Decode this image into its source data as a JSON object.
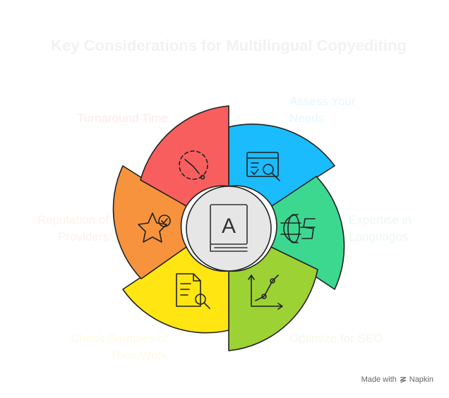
{
  "title": "Key Considerations for Multilingual Copyediting",
  "segments": [
    {
      "id": "assess",
      "lines": [
        "Assess Your",
        "Needs"
      ],
      "color": "#1ABCFE",
      "icon": "webpage-search-icon"
    },
    {
      "id": "expertise",
      "lines": [
        "Expertise in",
        "Languages"
      ],
      "color": "#3CD890",
      "icon": "globe-currency-icon"
    },
    {
      "id": "seo",
      "lines": [
        "Optimize for SEO"
      ],
      "color": "#9CD234",
      "icon": "growth-chart-icon"
    },
    {
      "id": "samples",
      "lines": [
        "Check Samples of",
        "Their Work"
      ],
      "color": "#FFE512",
      "icon": "document-search-icon"
    },
    {
      "id": "reputation",
      "lines": [
        "Reputation of",
        "Providers"
      ],
      "color": "#F7933D",
      "icon": "star-check-icon"
    },
    {
      "id": "turnaround",
      "lines": [
        "Turnaround Time"
      ],
      "color": "#F95E5E",
      "icon": "clock-icon"
    }
  ],
  "center": {
    "icon": "dictionary-book-icon",
    "letter": "A",
    "fill": "#E6E6E6"
  },
  "footer": {
    "made_with": "Made with",
    "brand": "Napkin"
  }
}
